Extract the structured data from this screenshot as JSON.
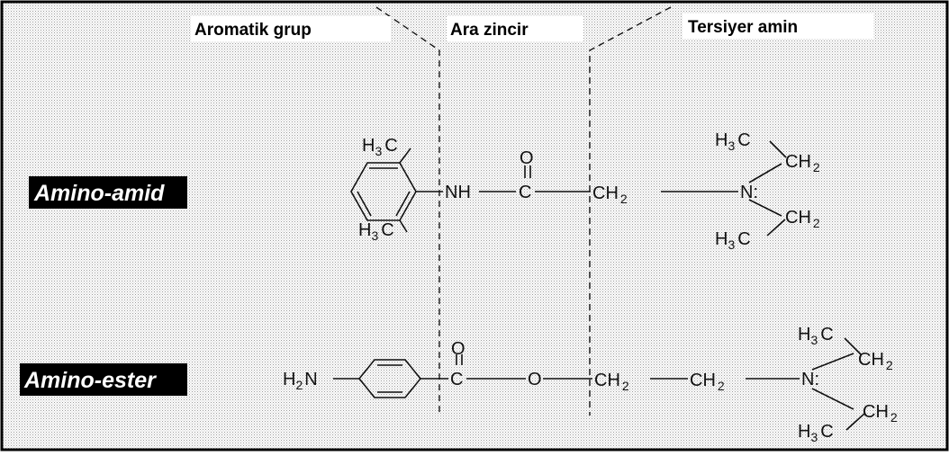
{
  "headers": {
    "aromatic": "Aromatik grup",
    "chain": "Ara zincir",
    "amine": "Tersiyer amin"
  },
  "classes": {
    "amide": "Amino-amid",
    "ester": "Amino-ester"
  },
  "atoms": {
    "H": "H",
    "three": "3",
    "two": "2",
    "C": "C",
    "CH": "CH",
    "NH": "NH",
    "N": "N",
    "N_lone": "N:",
    "O": "O",
    "amine_H2N": "H",
    "amine_N": "N"
  },
  "colors": {
    "background_pattern": "#c9c9c9",
    "text": "#111111",
    "label_bg": "#000000",
    "label_fg": "#ffffff"
  }
}
